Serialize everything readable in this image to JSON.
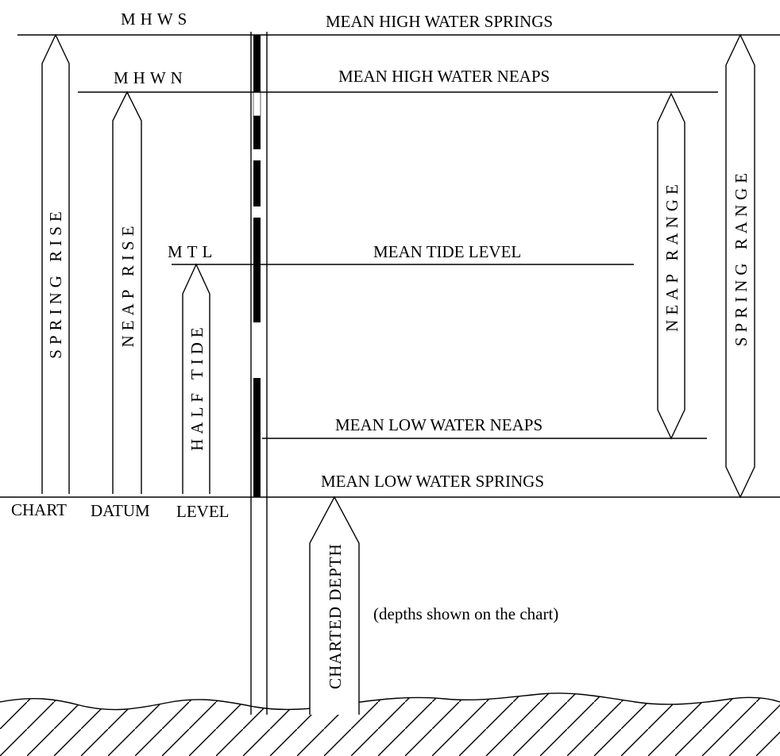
{
  "levels": {
    "mhws_abbr": "MHWS",
    "mhwn_abbr": "MHWN",
    "mtl_abbr": "MTL",
    "mhws": "MEAN HIGH WATER SPRINGS",
    "mhwn": "MEAN HIGH WATER NEAPS",
    "mtl": "MEAN TIDE LEVEL",
    "mlwn": "MEAN LOW WATER NEAPS",
    "mlws": "MEAN LOW WATER SPRINGS"
  },
  "datum": {
    "chart": "CHART",
    "datum": "DATUM",
    "level": "LEVEL"
  },
  "arrows": {
    "spring_rise": "SPRING RISE",
    "neap_rise": "NEAP RISE",
    "half_tide": "HALF TIDE",
    "neap_range": "NEAP RANGE",
    "spring_range": "SPRING RANGE",
    "charted_depth": "CHARTED DEPTH"
  },
  "notes": {
    "depths": "(depths shown on the chart)"
  }
}
